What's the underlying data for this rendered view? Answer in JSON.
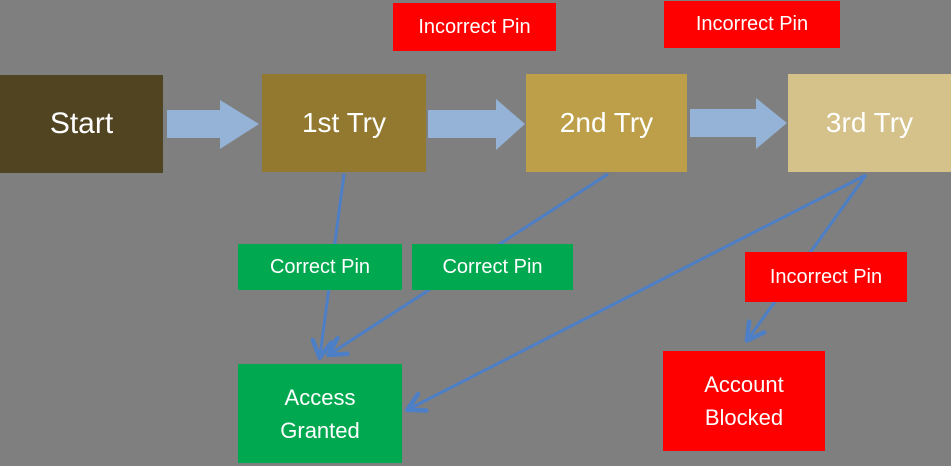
{
  "page": {
    "background_color": "#7F7F7F",
    "text_color": "#FFFFFF"
  },
  "nodes": {
    "start": {
      "label": "Start",
      "color": "#514420"
    },
    "try1": {
      "label": "1st Try",
      "color": "#93792F"
    },
    "try2": {
      "label": "2nd Try",
      "color": "#BD9F49"
    },
    "try3": {
      "label": "3rd Try",
      "color": "#D5C28B"
    },
    "access_granted": {
      "label": "Access Granted",
      "color": "#00A850"
    },
    "account_blocked": {
      "label": "Account Blocked",
      "color": "#FF0000"
    }
  },
  "edge_labels": {
    "incorrect_pin_1": {
      "text": "Incorrect Pin",
      "color": "#FF0000"
    },
    "incorrect_pin_2": {
      "text": "Incorrect Pin",
      "color": "#FF0000"
    },
    "incorrect_pin_3": {
      "text": "Incorrect Pin",
      "color": "#FF0000"
    },
    "correct_pin_1": {
      "text": "Correct Pin",
      "color": "#00A850"
    },
    "correct_pin_2": {
      "text": "Correct Pin",
      "color": "#00A850"
    }
  },
  "arrows": {
    "block_arrow_color": "#95B3D7",
    "line_arrow_color": "#4D7FC7",
    "connections": [
      {
        "from": "start",
        "to": "try1",
        "type": "block"
      },
      {
        "from": "try1",
        "to": "try2",
        "type": "block",
        "label": "Incorrect Pin"
      },
      {
        "from": "try2",
        "to": "try3",
        "type": "block",
        "label": "Incorrect Pin"
      },
      {
        "from": "try1",
        "to": "access_granted",
        "type": "line",
        "label": "Correct Pin"
      },
      {
        "from": "try2",
        "to": "access_granted",
        "type": "line",
        "label": "Correct Pin"
      },
      {
        "from": "try3",
        "to": "access_granted",
        "type": "line"
      },
      {
        "from": "try3",
        "to": "account_blocked",
        "type": "line",
        "label": "Incorrect Pin"
      }
    ]
  }
}
